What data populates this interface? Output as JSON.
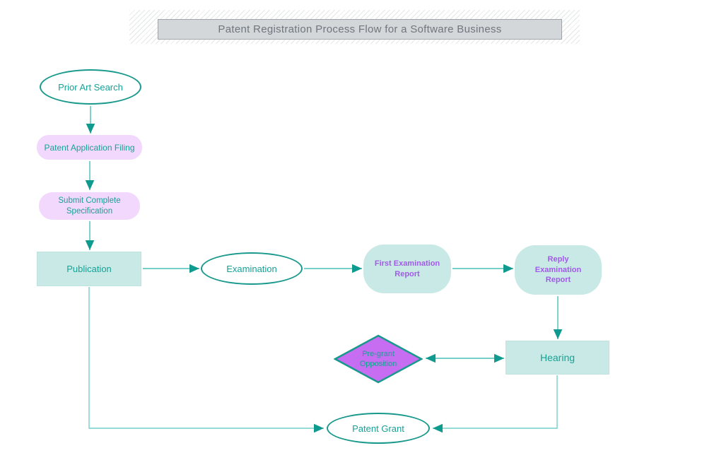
{
  "title": {
    "text": "Patent Registration Process Flow for a Software Business"
  },
  "colors": {
    "teal_border": "#18998c",
    "teal_text": "#16a296",
    "line": "#49bfb7",
    "line_light": "#74d0c9",
    "arrowhead": "#0e9a8e",
    "teal_fill": "#c8e9e6",
    "lavender_fill": "#f2d8fc",
    "purple_fill": "#c76df1",
    "purple_text": "#a25ae9",
    "title_text": "#6f767d",
    "title_box_fill": "#d3d7da",
    "title_box_border": "#9fa5aa",
    "hatch": "#e4e6e8"
  },
  "nodes": {
    "prior_art_search": {
      "label": "Prior Art Search",
      "shape": "ellipse"
    },
    "patent_application_filing": {
      "label": "Patent Application Filing",
      "shape": "stadium"
    },
    "submit_complete_specification": {
      "label": "Submit Complete Specification",
      "shape": "stadium"
    },
    "publication": {
      "label": "Publication",
      "shape": "rectangle"
    },
    "examination": {
      "label": "Examination",
      "shape": "ellipse"
    },
    "first_examination_report": {
      "label": "First Examination Report",
      "shape": "rounded-rectangle"
    },
    "reply_examination_report": {
      "label": "Reply Examination Report",
      "shape": "rounded-rectangle"
    },
    "hearing": {
      "label": "Hearing",
      "shape": "rectangle"
    },
    "pre_grant_opposition": {
      "label": "Pre-grant Opposition",
      "shape": "diamond"
    },
    "patent_grant": {
      "label": "Patent Grant",
      "shape": "ellipse"
    }
  },
  "edges": [
    {
      "from": "Prior Art Search",
      "to": "Patent Application Filing",
      "style": "arrow"
    },
    {
      "from": "Patent Application Filing",
      "to": "Submit Complete Specification",
      "style": "arrow"
    },
    {
      "from": "Submit Complete Specification",
      "to": "Publication",
      "style": "arrow"
    },
    {
      "from": "Publication",
      "to": "Examination",
      "style": "arrow"
    },
    {
      "from": "Examination",
      "to": "First Examination Report",
      "style": "arrow"
    },
    {
      "from": "First Examination Report",
      "to": "Reply Examination Report",
      "style": "arrow"
    },
    {
      "from": "Reply Examination Report",
      "to": "Hearing",
      "style": "arrow"
    },
    {
      "from": "Hearing",
      "to": "Pre-grant Opposition",
      "style": "double-arrow"
    },
    {
      "from": "Publication",
      "to": "Patent Grant",
      "style": "arrow"
    },
    {
      "from": "Hearing",
      "to": "Patent Grant",
      "style": "arrow"
    }
  ]
}
